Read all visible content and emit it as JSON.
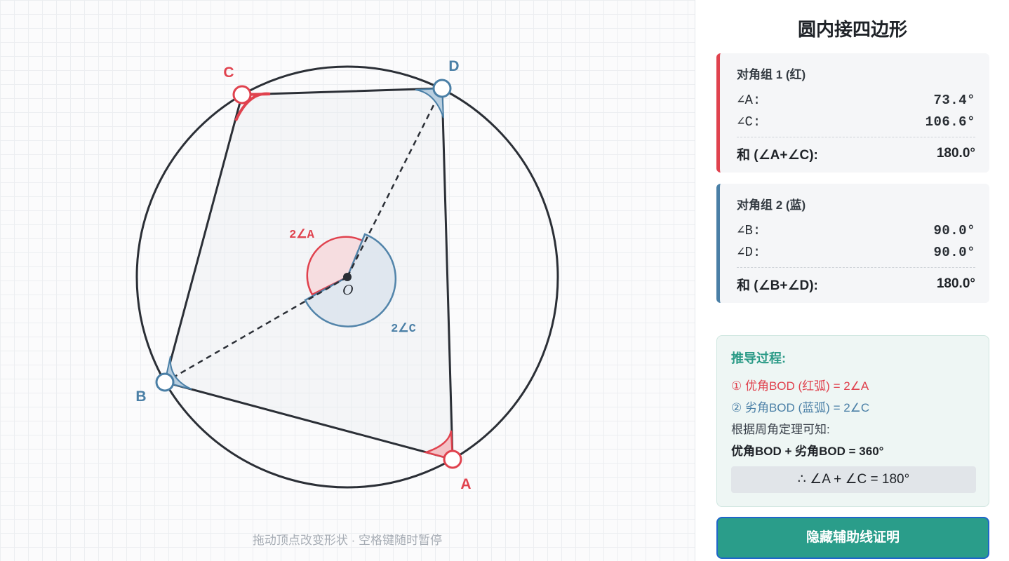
{
  "diagram": {
    "center_label": "O",
    "vertices": [
      {
        "key": "A",
        "label": "A",
        "group": "red"
      },
      {
        "key": "B",
        "label": "B",
        "group": "blue"
      },
      {
        "key": "C",
        "label": "C",
        "group": "red"
      },
      {
        "key": "D",
        "label": "D",
        "group": "blue"
      }
    ],
    "central_labels": {
      "reflex": "2∠A",
      "minor": "2∠C"
    },
    "colors": {
      "red": "#e0424e",
      "blue": "#4a7fa6",
      "stroke": "#2b2f36",
      "accent": "#2a9d8a"
    },
    "hint": "拖动顶点改变形状 · 空格键随时暂停"
  },
  "panel": {
    "title": "圆内接四边形",
    "group1": {
      "title": "对角组 1 (红)",
      "rows": [
        {
          "label": "∠A:",
          "value": "73.4°"
        },
        {
          "label": "∠C:",
          "value": "106.6°"
        }
      ],
      "sum_label": "和 (∠A+∠C):",
      "sum_value": "180.0°"
    },
    "group2": {
      "title": "对角组 2 (蓝)",
      "rows": [
        {
          "label": "∠B:",
          "value": "90.0°"
        },
        {
          "label": "∠D:",
          "value": "90.0°"
        }
      ],
      "sum_label": "和 (∠B+∠D):",
      "sum_value": "180.0°"
    },
    "proof": {
      "title": "推导过程:",
      "line1": "① 优角BOD (红弧) = 2∠A",
      "line2": "② 劣角BOD (蓝弧) = 2∠C",
      "line3": "根据周角定理可知:",
      "line4": "优角BOD + 劣角BOD = 360°",
      "conclusion": "∴ ∠A + ∠C = 180°"
    },
    "button_label": "隐藏辅助线证明"
  }
}
